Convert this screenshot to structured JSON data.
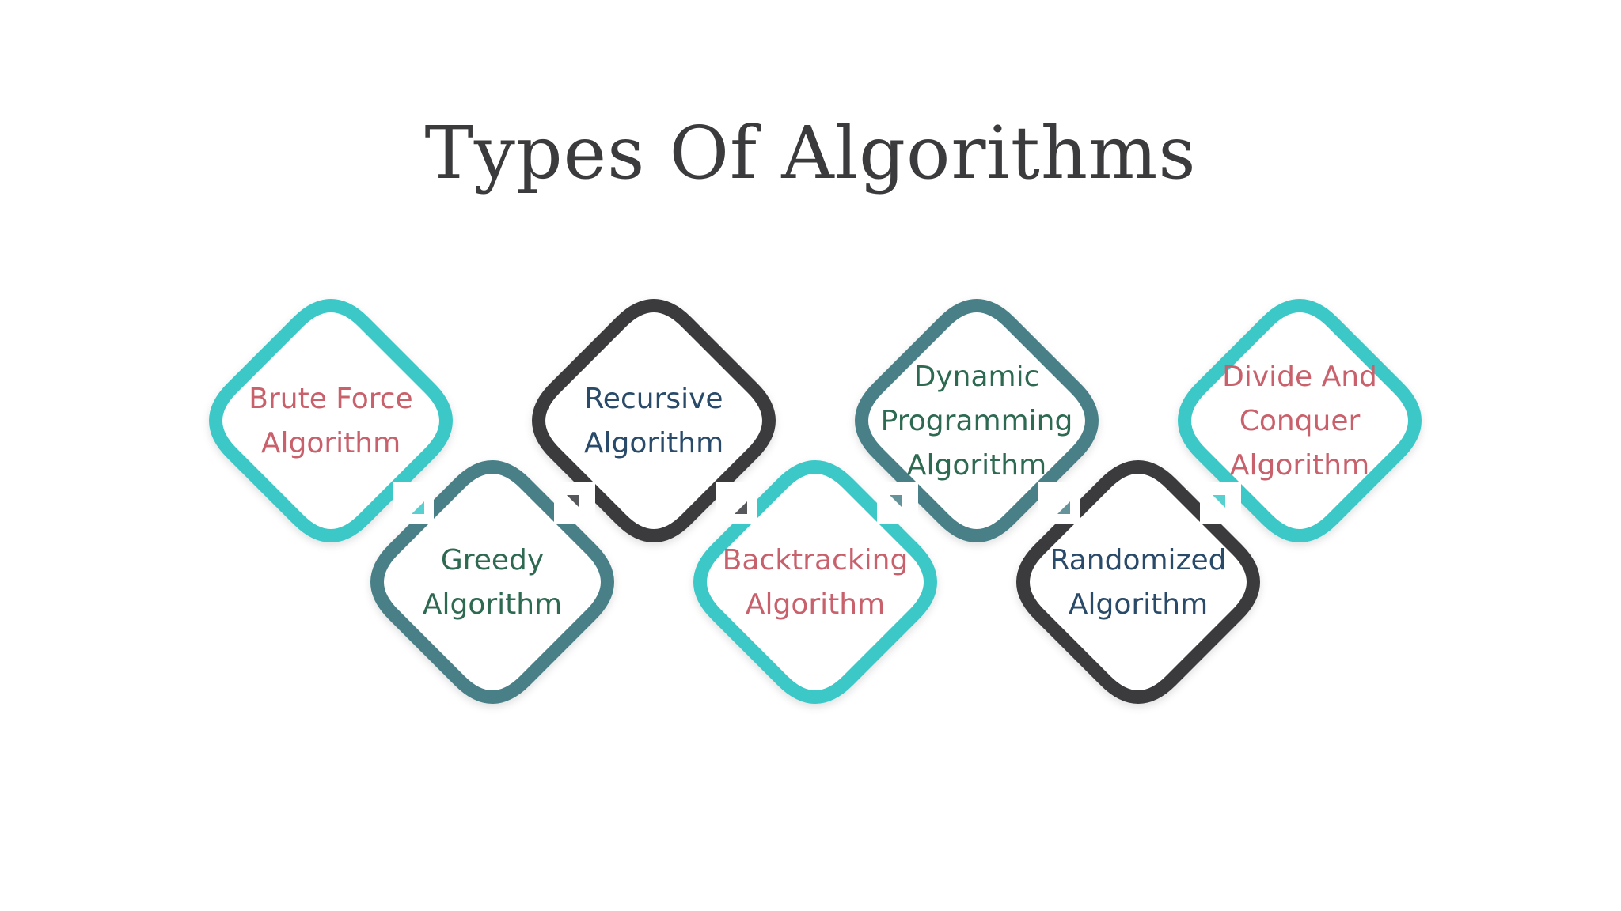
{
  "title": "Types Of Algorithms",
  "colors": {
    "teal": "#3cc8c8",
    "slate": "#4a8088",
    "charcoal": "#3a3b3e",
    "label_rose": "#c9616c",
    "label_navy": "#2a4a6a",
    "label_green": "#2e6a52"
  },
  "nodes": [
    {
      "id": "brute-force",
      "lines": [
        "Brute Force",
        "Algorithm"
      ],
      "border": "teal",
      "label_color": "label_rose",
      "row": "top"
    },
    {
      "id": "greedy",
      "lines": [
        "Greedy",
        "Algorithm"
      ],
      "border": "slate",
      "label_color": "label_green",
      "row": "bottom"
    },
    {
      "id": "recursive",
      "lines": [
        "Recursive",
        "Algorithm"
      ],
      "border": "charcoal",
      "label_color": "label_navy",
      "row": "top"
    },
    {
      "id": "backtracking",
      "lines": [
        "Backtracking",
        "Algorithm"
      ],
      "border": "teal",
      "label_color": "label_rose",
      "row": "bottom"
    },
    {
      "id": "dynamic-programming",
      "lines": [
        "Dynamic",
        "Programming",
        "Algorithm"
      ],
      "border": "slate",
      "label_color": "label_green",
      "row": "top"
    },
    {
      "id": "randomized",
      "lines": [
        "Randomized",
        "Algorithm"
      ],
      "border": "charcoal",
      "label_color": "label_navy",
      "row": "bottom"
    },
    {
      "id": "divide-and-conquer",
      "lines": [
        "Divide And",
        "Conquer",
        "Algorithm"
      ],
      "border": "teal",
      "label_color": "label_rose",
      "row": "top"
    }
  ]
}
